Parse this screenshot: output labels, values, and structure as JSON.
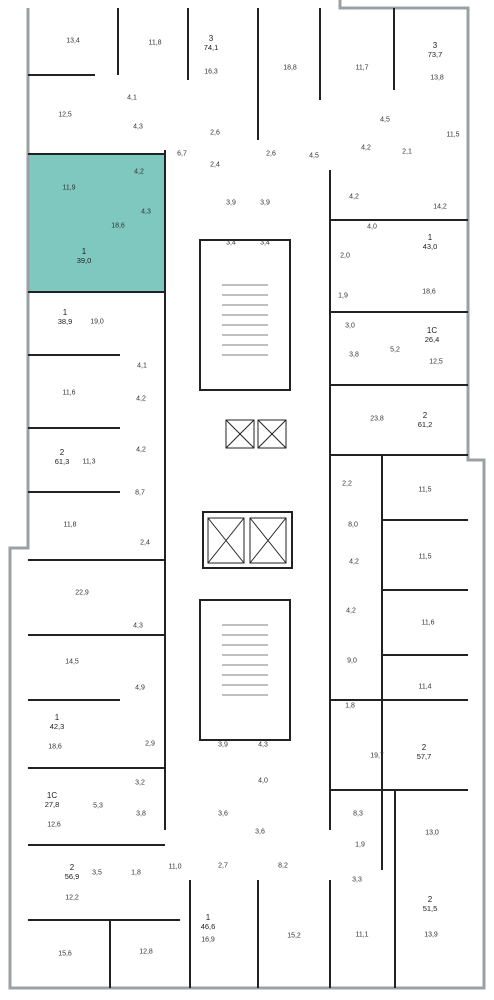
{
  "colors": {
    "highlight": "#7ec8c0",
    "wall": "#222222",
    "window": "#9aa0a6"
  },
  "apartments": [
    {
      "id": "apt-3-top",
      "number": "3",
      "area": "74,1"
    },
    {
      "id": "apt-3-topright",
      "number": "3",
      "area": "73,7"
    },
    {
      "id": "apt-1-selected",
      "number": "1",
      "area": "39,0",
      "selected": true
    },
    {
      "id": "apt-1-right-43",
      "number": "1",
      "area": "43,0"
    },
    {
      "id": "apt-1-left-38",
      "number": "1",
      "area": "38,9"
    },
    {
      "id": "apt-1c-right",
      "number": "1С",
      "area": "26,4"
    },
    {
      "id": "apt-2-right-61",
      "number": "2",
      "area": "61,2"
    },
    {
      "id": "apt-2-left-61",
      "number": "2",
      "area": "61,3"
    },
    {
      "id": "apt-1-left-42",
      "number": "1",
      "area": "42,3"
    },
    {
      "id": "apt-2-right-57",
      "number": "2",
      "area": "57,7"
    },
    {
      "id": "apt-1c-left",
      "number": "1С",
      "area": "27,8"
    },
    {
      "id": "apt-2-left-56",
      "number": "2",
      "area": "56,9"
    },
    {
      "id": "apt-1-bottom",
      "number": "1",
      "area": "46,6"
    },
    {
      "id": "apt-2-right-51",
      "number": "2",
      "area": "51,5"
    }
  ],
  "rooms": [
    "13,4",
    "11,8",
    "16,3",
    "18,8",
    "11,7",
    "13,8",
    "12,5",
    "4,1",
    "4,3",
    "2,6",
    "6,7",
    "2,6",
    "4,5",
    "4,5",
    "4,2",
    "2,1",
    "11,5",
    "2,4",
    "11,9",
    "4,2",
    "4,3",
    "3,9",
    "3,9",
    "4,2",
    "14,2",
    "4,0",
    "18,6",
    "3,4",
    "3,4",
    "2,0",
    "18,6",
    "1,9",
    "19,0",
    "3,0",
    "5,2",
    "3,8",
    "12,5",
    "4,1",
    "11,6",
    "4,2",
    "23,8",
    "4,2",
    "11,3",
    "2,2",
    "11,5",
    "8,7",
    "8,0",
    "11,8",
    "2,4",
    "11,5",
    "4,2",
    "22,9",
    "4,2",
    "11,6",
    "4,3",
    "14,5",
    "9,0",
    "4,9",
    "11,4",
    "1,8",
    "18,6",
    "2,9",
    "3,9",
    "4,3",
    "4,0",
    "19,7",
    "3,2",
    "5,3",
    "3,8",
    "3,6",
    "3,6",
    "8,3",
    "12,6",
    "13,0",
    "1,9",
    "3,3",
    "3,5",
    "1,8",
    "11,0",
    "2,7",
    "8,2",
    "12,2",
    "11,1",
    "13,9",
    "15,6",
    "12,8",
    "16,9",
    "15,2"
  ]
}
